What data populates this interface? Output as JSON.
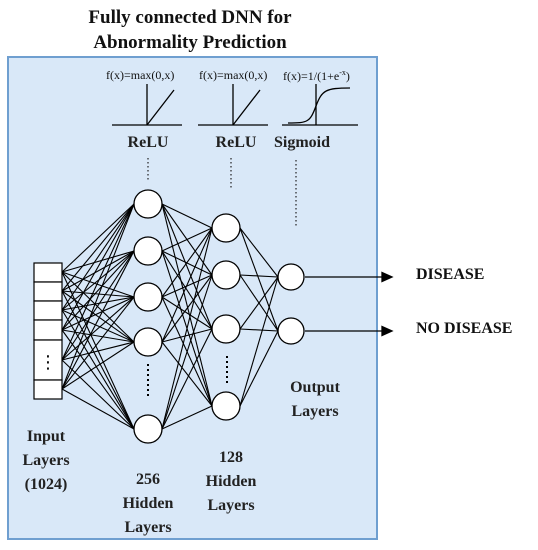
{
  "title": {
    "line1": "Fully connected DNN for",
    "line2": "Abnormality Prediction"
  },
  "functions": {
    "relu_1": "f(x)=max(0,x)",
    "relu_2": "f(x)=max(0,x)",
    "sigmoid_prefix": "f(x)=1/(1+e",
    "sigmoid_exp": "-x",
    "sigmoid_suffix": ")"
  },
  "activations": {
    "hidden_1": "ReLU",
    "hidden_2": "ReLU",
    "output": "Sigmoid"
  },
  "layers": {
    "input": [
      "Input",
      "Layers",
      "(1024)"
    ],
    "hidden_1": [
      "256",
      "Hidden",
      "Layers"
    ],
    "hidden_2": [
      "128",
      "Hidden",
      "Layers"
    ],
    "output": [
      "Output",
      "Layers"
    ]
  },
  "input_ellipsis": "⋮",
  "outputs": [
    "DISEASE",
    "NO DISEASE"
  ],
  "colors": {
    "panel_fill": "#d9e8f8",
    "panel_border": "#6f9fd0",
    "neuron_fill": "#ffffff",
    "line": "#000000"
  }
}
